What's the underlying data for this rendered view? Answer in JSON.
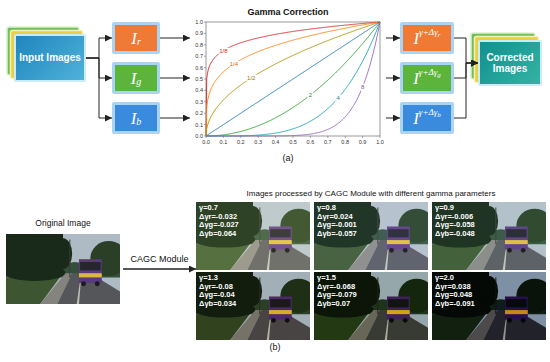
{
  "diagram": {
    "nodes": [
      {
        "text": [
          "Input Images"
        ]
      },
      {
        "text": [
          "I",
          "r"
        ]
      },
      {
        "text": [
          "I",
          "g"
        ]
      },
      {
        "text": [
          "I",
          "b"
        ]
      },
      {
        "text": [
          "Gamma Correction"
        ]
      },
      {
        "text": [
          "I",
          "γ+Δγ",
          "r"
        ]
      },
      {
        "text": [
          "I",
          "γ+Δγ",
          "g"
        ]
      },
      {
        "text": [
          "I",
          "γ+Δγ",
          "b"
        ]
      },
      {
        "text": [
          "Corrected Images"
        ]
      },
      {
        "text": [
          "Original Image"
        ]
      },
      {
        "text": [
          "Images processed by CAGC Module with different gamma parameters"
        ]
      },
      {
        "text": [
          "γ=0.7",
          "Δγr=-0.032",
          "Δγg=-0.027",
          "Δγb=0.064"
        ],
        "in": 10
      },
      {
        "text": [
          "γ=0.8",
          "Δγr=0.024",
          "Δγg=-0.001",
          "Δγb=-0.057"
        ],
        "in": 10
      },
      {
        "text": [
          "γ=0.9",
          "Δγr=-0.006",
          "Δγg=-0.058",
          "Δγb=-0.048"
        ],
        "in": 10
      },
      {
        "text": [
          "γ=1.3",
          "Δγr=-0.08",
          "Δγg=-0.04",
          "Δγb=0.034"
        ],
        "in": 10
      },
      {
        "text": [
          "γ=1.5",
          "Δγr=-0.068",
          "Δγg=-0.079",
          "Δγb=0.07"
        ],
        "in": 10
      },
      {
        "text": [
          "γ=2.0",
          "Δγr=0.038",
          "Δγg=0.048",
          "Δγb=-0.091"
        ],
        "in": 10
      }
    ],
    "edges": [
      {
        "from": 0,
        "to": 1,
        "arrow": "to"
      },
      {
        "from": 0,
        "to": 2,
        "arrow": "to"
      },
      {
        "from": 0,
        "to": 3,
        "arrow": "to"
      },
      {
        "from": 1,
        "to": 4,
        "arrow": "to"
      },
      {
        "from": 2,
        "to": 4,
        "arrow": "to"
      },
      {
        "from": 3,
        "to": 4,
        "arrow": "to"
      },
      {
        "from": 4,
        "to": 5,
        "arrow": "to"
      },
      {
        "from": 4,
        "to": 6,
        "arrow": "to"
      },
      {
        "from": 4,
        "to": 7,
        "arrow": "to"
      },
      {
        "from": 5,
        "to": 8,
        "arrow": "to"
      },
      {
        "from": 6,
        "to": 8,
        "arrow": "to"
      },
      {
        "from": 7,
        "to": 8,
        "arrow": "to"
      },
      {
        "from": 9,
        "to": 10,
        "label": "CAGC Module",
        "arrow": "to"
      }
    ],
    "labels": [
      "(a)",
      "0.0",
      "0.1",
      "0.2",
      "0.3",
      "0.4",
      "0.5",
      "0.6",
      "0.7",
      "0.8",
      "0.9",
      "1.0",
      "0.0",
      "0.1",
      "0.2",
      "0.3",
      "0.4",
      "0.5",
      "0.6",
      "0.7",
      "0.8",
      "0.9",
      "1.0",
      "1/8",
      "1/4",
      "1/2",
      "2",
      "4",
      "8",
      "(b)"
    ]
  }
}
